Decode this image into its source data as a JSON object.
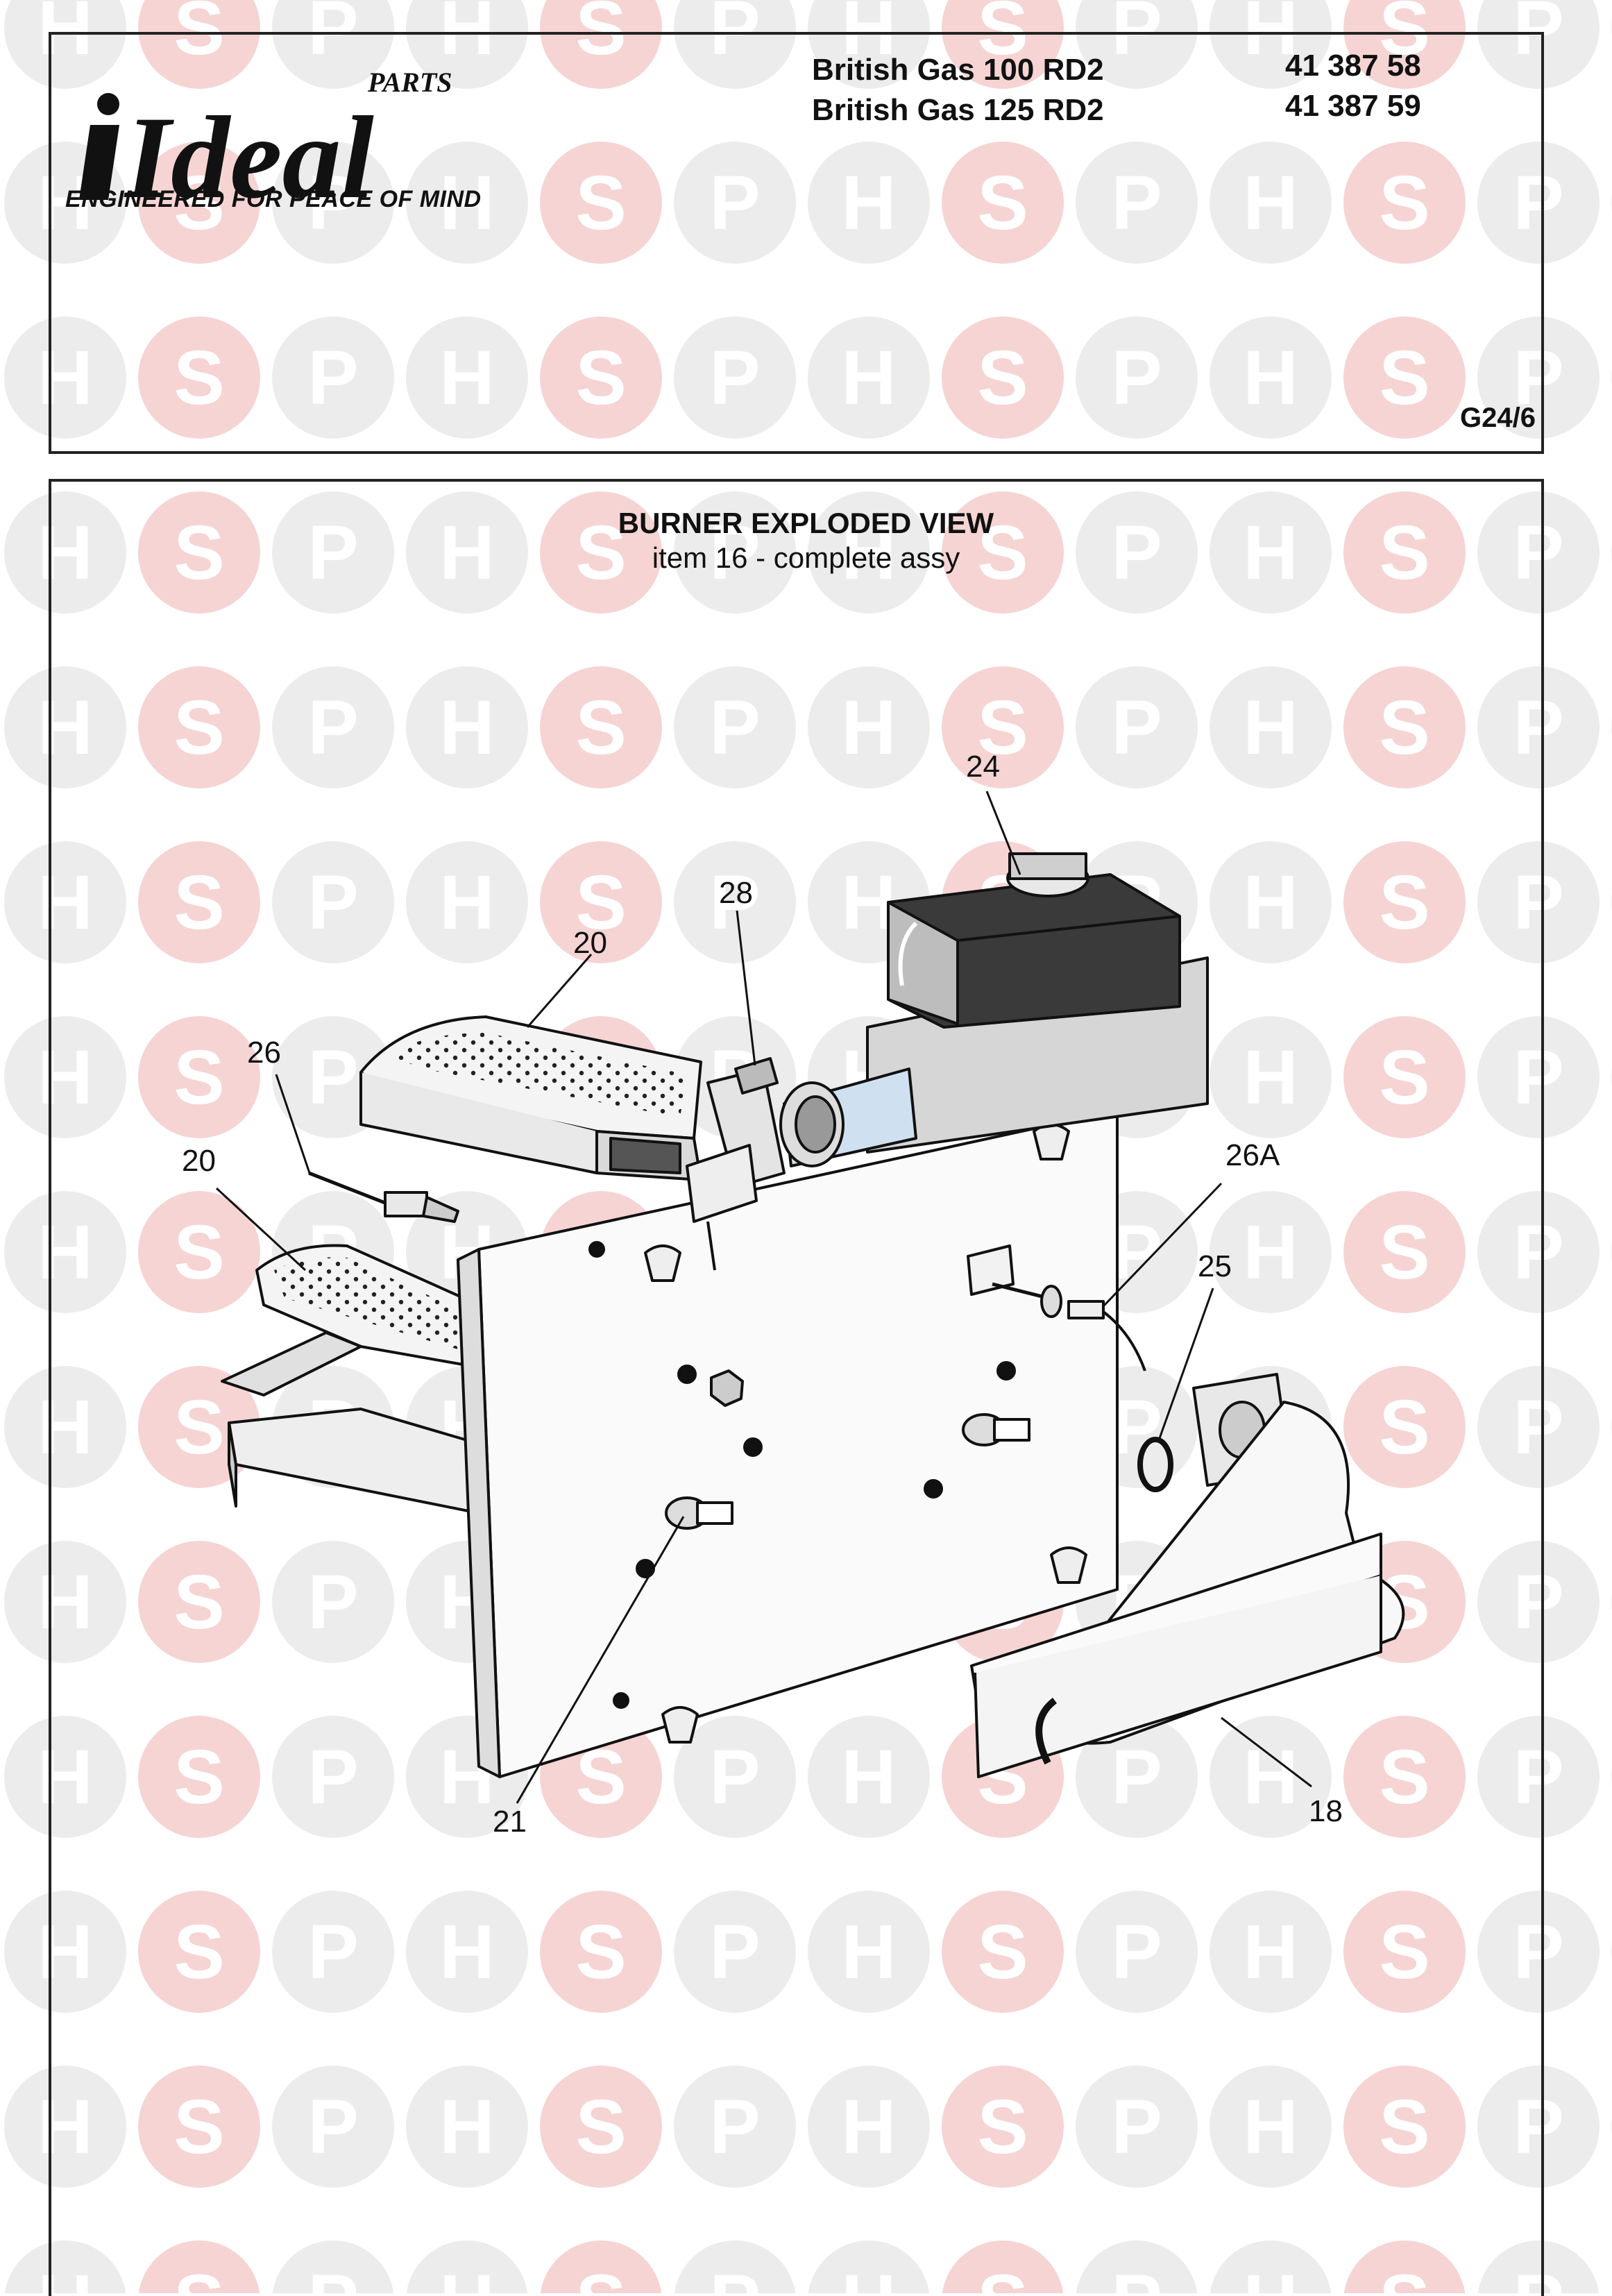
{
  "header": {
    "logo": {
      "brand": "Ideal",
      "superscript": "PARTS",
      "tagline": "ENGINEERED FOR PEACE OF MIND"
    },
    "models": [
      {
        "name": "British Gas 100 RD2",
        "code": "41 387 58"
      },
      {
        "name": "British Gas 125 RD2",
        "code": "41 387 59"
      }
    ],
    "sheet_ref": "G24/6"
  },
  "diagram": {
    "title": "BURNER EXPLODED VIEW",
    "subtitle": "item 16 - complete assy",
    "callouts": {
      "c24": "24",
      "c28": "28",
      "c20a": "20",
      "c26": "26",
      "c20b": "20",
      "c26a": "26A",
      "c25": "25",
      "c21": "21",
      "c18": "18"
    }
  },
  "watermark": {
    "letters": [
      "H",
      "S",
      "P"
    ],
    "colors": {
      "h": "#ececec",
      "s": "#f6d4d4",
      "p": "#ececec"
    }
  }
}
